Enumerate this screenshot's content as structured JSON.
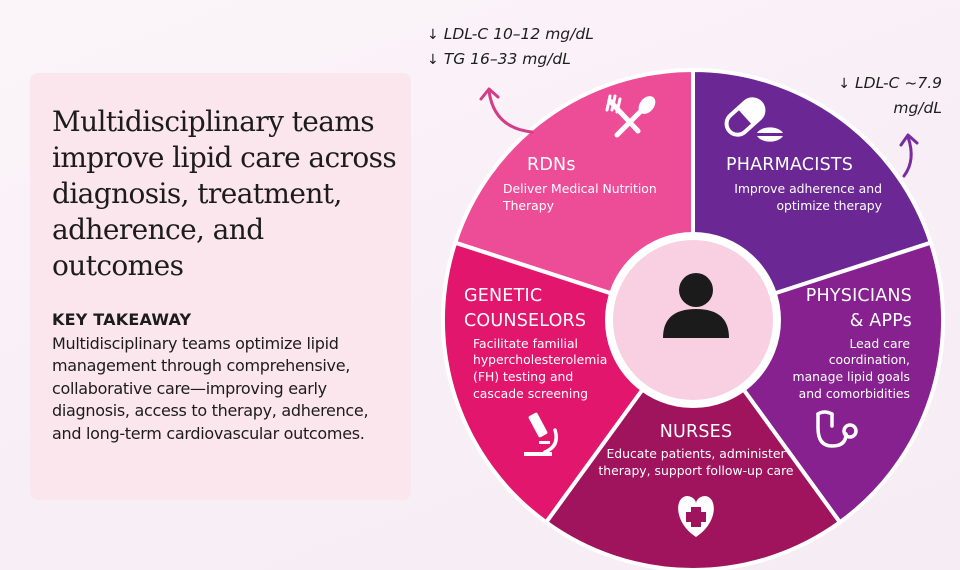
{
  "colors": {
    "rdn": "#ec4d96",
    "pharmacists": "#6b2794",
    "physicians": "#86218f",
    "nurses": "#a0135d",
    "genetic": "#e2166c",
    "center": "#f9cfe2",
    "card": "#fce6ee"
  },
  "headline": "Multidisciplinary teams improve lipid care across diagnosis, treatment, adherence, and outcomes",
  "takeaway": {
    "label": "KEY TAKEAWAY",
    "body": "Multidisciplinary teams optimize lipid management through comprehensive, collaborative care—improving early diagnosis, access to therapy, adherence, and long-term cardiovascular outcomes."
  },
  "stats": {
    "rdn_line1": "LDL-C 10–12 mg/dL",
    "rdn_line2": "TG 16–33 mg/dL",
    "pharm_line1": "LDL-C ~7.9",
    "pharm_line2": "mg/dL"
  },
  "segments": {
    "rdn": {
      "title": "RDNs",
      "desc1": "Deliver Medical Nutrition",
      "desc2": "Therapy",
      "icon": "fork-spoon-icon"
    },
    "pharmacists": {
      "title": "PHARMACISTS",
      "desc1": "Improve adherence and",
      "desc2": "optimize therapy",
      "icon": "pill-icon"
    },
    "physicians": {
      "title1": "PHYSICIANS",
      "title2": "& APPs",
      "desc1": "Lead care",
      "desc2": "coordination,",
      "desc3": "manage lipid goals",
      "desc4": "and comorbidities",
      "icon": "stethoscope-icon"
    },
    "nurses": {
      "title": "NURSES",
      "desc1": "Educate patients, administer",
      "desc2": "therapy, support follow-up care",
      "icon": "heart-plus-icon"
    },
    "genetic": {
      "title1": "GENETIC",
      "title2": "COUNSELORS",
      "desc1": "Facilitate familial",
      "desc2": "hypercholesterolemia",
      "desc3": "(FH) testing and",
      "desc4": "cascade screening",
      "icon": "microscope-icon"
    }
  },
  "center_icon": "person-icon"
}
